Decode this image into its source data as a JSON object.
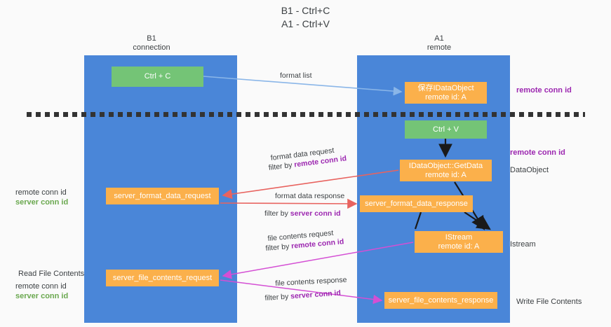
{
  "title": "B1 - Ctrl+C\nA1 - Ctrl+V",
  "lanes": [
    {
      "id": "b1",
      "label": "B1\nconnection",
      "color": "#4a86d8"
    },
    {
      "id": "a1",
      "label": "A1\nremote",
      "color": "#4a86d8"
    }
  ],
  "nodes": [
    {
      "id": "ctrl-c",
      "label": "Ctrl + C",
      "color": "#74c476",
      "lane": "b1"
    },
    {
      "id": "save-idataobject",
      "label": "保存IDataObject\nremote id: A",
      "color": "#fbb04b",
      "lane": "a1"
    },
    {
      "id": "ctrl-v",
      "label": "Ctrl + V",
      "color": "#74c476",
      "lane": "a1"
    },
    {
      "id": "idataobject-getdata",
      "label": "IDataObject::GetData\nremote id: A",
      "color": "#fbb04b",
      "lane": "a1"
    },
    {
      "id": "server-format-data-request",
      "label": "server_format_data_request",
      "color": "#fbb04b",
      "lane": "b1"
    },
    {
      "id": "server-format-data-response",
      "label": "server_format_data_response",
      "color": "#fbb04b",
      "lane": "a1"
    },
    {
      "id": "istream",
      "label": "IStream\nremote id: A",
      "color": "#fbb04b",
      "lane": "a1"
    },
    {
      "id": "server-file-contents-request",
      "label": "server_file_contents_request",
      "color": "#fbb04b",
      "lane": "b1"
    },
    {
      "id": "server-file-contents-response",
      "label": "server_file_contents_response",
      "color": "#fbb04b",
      "lane": "a1"
    }
  ],
  "edge_labels": {
    "format_list": "format list",
    "format_data_request": "format data request",
    "format_data_request_filter_prefix": "filter by ",
    "format_data_request_filter_key": "remote conn id",
    "format_data_response": "format data response",
    "format_data_response_filter_prefix": "filter by ",
    "format_data_response_filter_key": "server conn id",
    "file_contents_request": "file contents request",
    "file_contents_request_filter_prefix": "filter by ",
    "file_contents_request_filter_key": "remote conn id",
    "file_contents_response": "file contents response",
    "file_contents_response_filter_prefix": "filter by ",
    "file_contents_response_filter_key": "server conn id"
  },
  "right_annotations": [
    {
      "id": "remote-conn-id-top",
      "text": "remote conn id",
      "color": "#9c27b0"
    },
    {
      "id": "remote-conn-id-middle",
      "text": "remote conn id",
      "color": "#9c27b0"
    },
    {
      "id": "dataobject",
      "text": "DataObject",
      "color": "#3c4043"
    },
    {
      "id": "istream",
      "text": "Istream",
      "color": "#3c4043"
    },
    {
      "id": "write-file-contents",
      "text": "Write File Contents",
      "color": "#3c4043"
    }
  ],
  "left_annotations": {
    "group_top": {
      "line1": "remote conn id",
      "line2": "server conn id"
    },
    "read": {
      "text": "Read File Contents"
    },
    "group_bottom": {
      "line1": "remote conn id",
      "line2": "server conn id"
    }
  },
  "colors": {
    "lane": "#4a86d8",
    "green_node": "#74c476",
    "orange_node": "#fbb04b",
    "purple_text": "#9c27b0",
    "green_text": "#6aa84f",
    "arrow_blue": "#8ab6e8",
    "arrow_red": "#e8635f",
    "arrow_magenta": "#d44fd4",
    "arrow_black": "#1a1a1a",
    "background": "#fafafa",
    "divider": "#333333"
  }
}
